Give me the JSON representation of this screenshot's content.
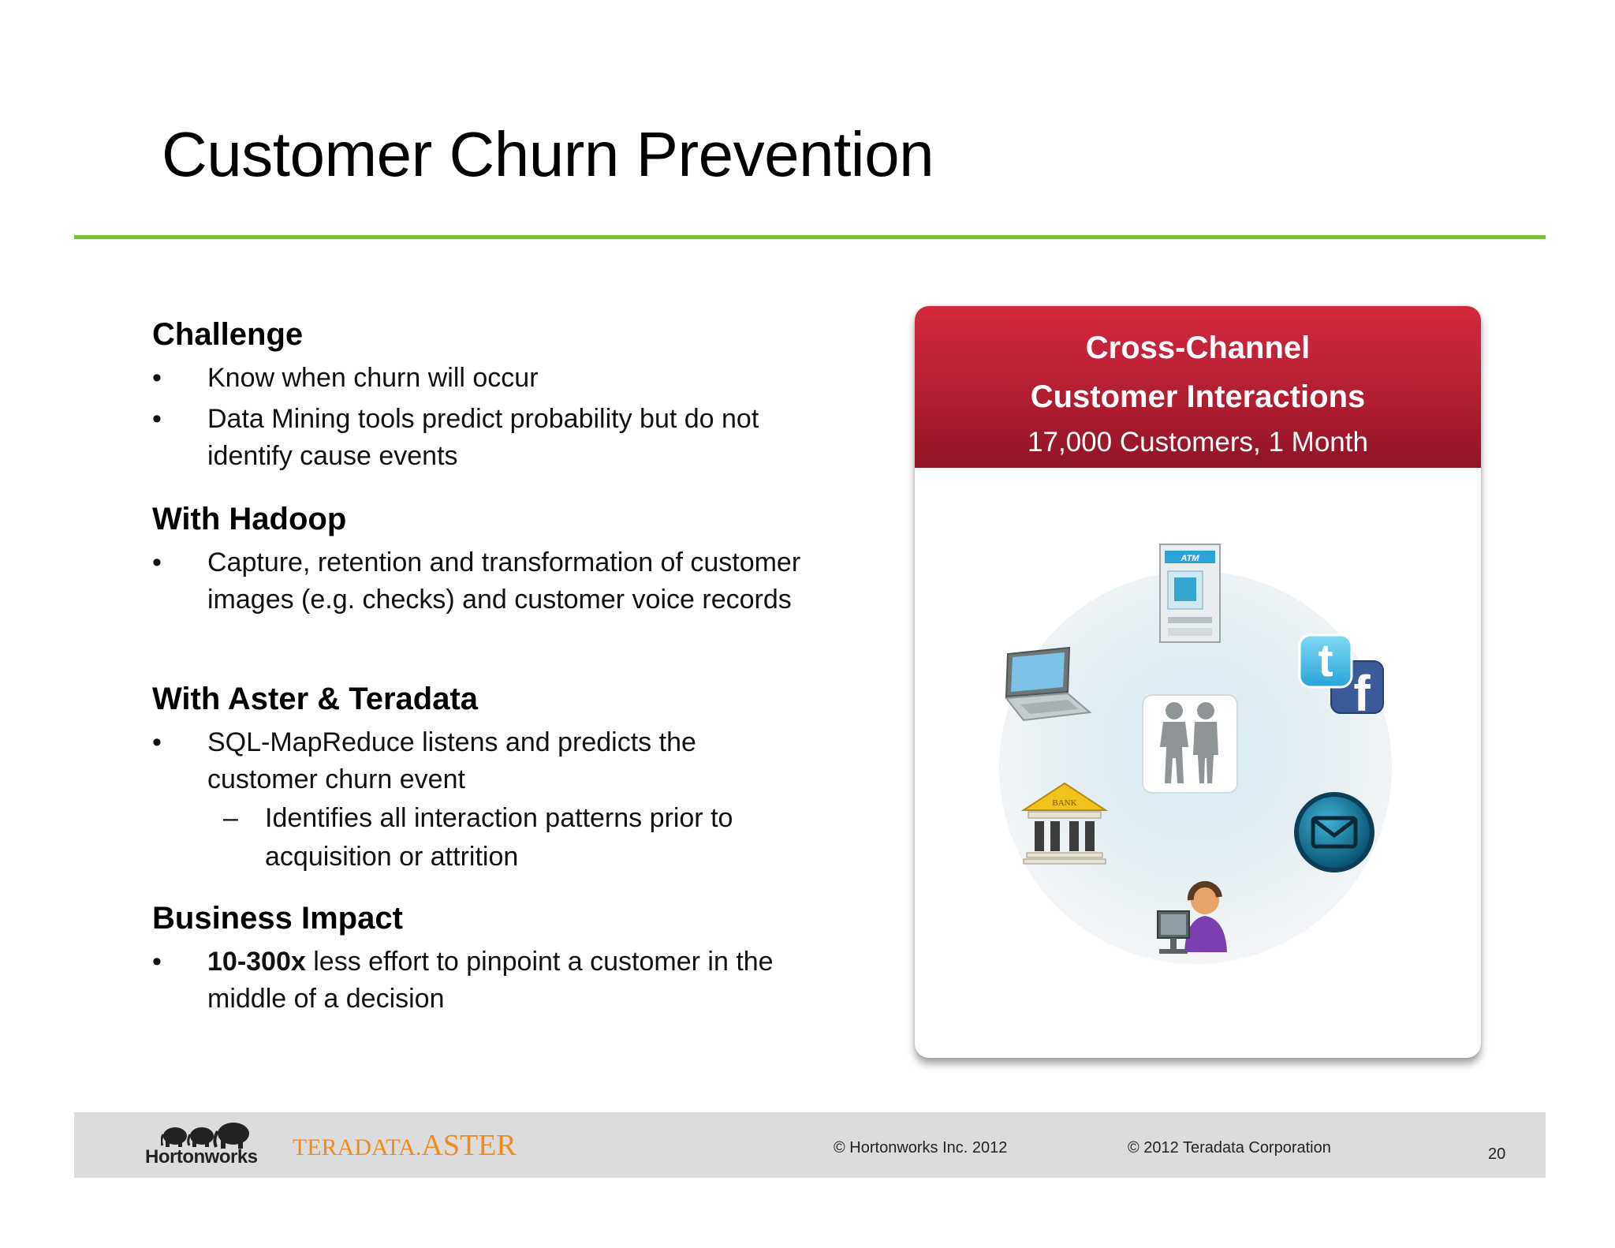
{
  "slide": {
    "title": "Customer Churn Prevention",
    "page_number": "20"
  },
  "sections": {
    "challenge": {
      "heading": "Challenge",
      "bullets": [
        "Know when churn will occur",
        "Data Mining tools predict probability but do not identify cause events"
      ]
    },
    "hadoop": {
      "heading": "With Hadoop",
      "bullets": [
        "Capture, retention and transformation of customer images (e.g. checks) and customer voice records"
      ]
    },
    "aster": {
      "heading": "With Aster & Teradata",
      "bullets": [
        "SQL-MapReduce listens and predicts the customer churn event"
      ],
      "sub_bullets": [
        "Identifies all interaction patterns prior to acquisition or attrition"
      ]
    },
    "impact": {
      "heading": "Business Impact",
      "bullet_bold": "10-300x",
      "bullet_rest": " less effort to pinpoint a customer in the middle of a decision"
    },
    "bullet_mark": "•",
    "sub_mark": "–"
  },
  "panel": {
    "line1": "Cross-Channel",
    "line2": "Customer Interactions",
    "line3": "17,000 Customers, 1 Month",
    "channel_icons": [
      "atm-icon",
      "social-media-icon",
      "email-icon",
      "call-center-icon",
      "bank-icon",
      "laptop-icon",
      "customers-icon"
    ],
    "atm_label": "ATM",
    "bank_label": "BANK",
    "facebook_label": "f",
    "twitter_label": "t"
  },
  "footer": {
    "hortonworks": "Hortonworks",
    "teradata": "TERADATA.",
    "aster": "ASTER",
    "copyright_hortonworks": "© Hortonworks Inc. 2012",
    "copyright_teradata": "© 2012 Teradata Corporation"
  },
  "colors": {
    "accent_green": "#7ac142",
    "panel_red": "#b31e31",
    "teradata_orange": "#f08a1c"
  }
}
